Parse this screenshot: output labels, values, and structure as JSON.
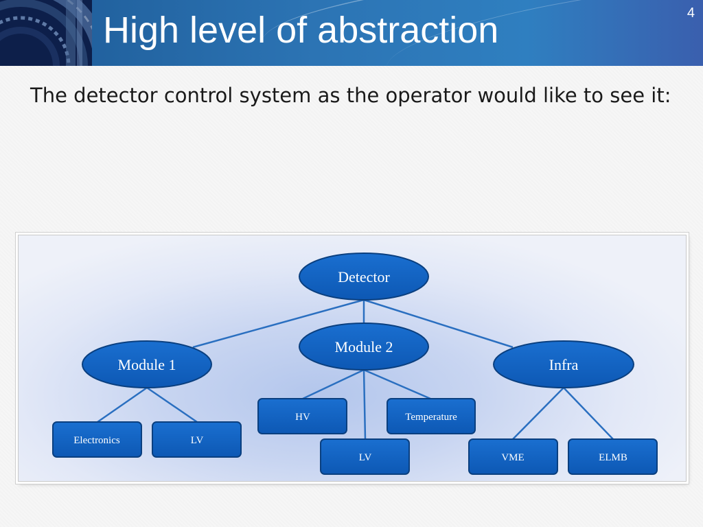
{
  "slide": {
    "title": "High level of abstraction",
    "number": "4",
    "body_text": "The detector control system as the operator would like to see it:"
  },
  "colors": {
    "header": "#2c74b4",
    "node_fill": "#0f61c2",
    "node_stroke": "#0a3f7f",
    "connector": "#2a6fc0"
  },
  "diagram": {
    "nodes": {
      "detector": "Detector",
      "module1": "Module 1",
      "module2": "Module 2",
      "infra": "Infra",
      "electronics": "Electronics",
      "lv1": "LV",
      "hv": "HV",
      "temperature": "Temperature",
      "lv2": "LV",
      "vme": "VME",
      "elmb": "ELMB"
    }
  }
}
